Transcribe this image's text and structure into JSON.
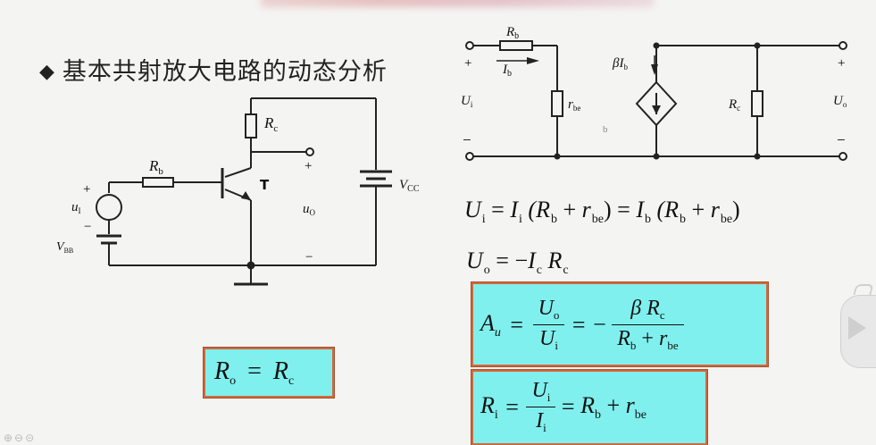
{
  "heading": {
    "bullet": "◆",
    "text": "基本共射放大电路的动态分析"
  },
  "left_circuit": {
    "rc": "R",
    "rc_sub": "c",
    "rb": "R",
    "rb_sub": "b",
    "transistor": "T",
    "ui": "u",
    "ui_sub": "I",
    "uo": "u",
    "uo_sub": "O",
    "vbb": "V",
    "vbb_sub": "BB",
    "vcc": "V",
    "vcc_sub": "CC",
    "plus": "+",
    "minus": "−"
  },
  "right_circuit": {
    "rb": "R",
    "rb_sub": "b",
    "ib": "I",
    "ib_sub": "b",
    "ui": "U",
    "ui_sub": "i",
    "rbe": "r",
    "rbe_sub": "be",
    "beta_ib": "βI",
    "beta_ib_sub": "b",
    "rc": "R",
    "rc_sub": "c",
    "uo": "U",
    "uo_sub": "o",
    "plus": "+",
    "minus": "−",
    "node": "b"
  },
  "equations": {
    "eq1": {
      "lhs": "U",
      "lhs_sub": "i",
      "eq": "=",
      "a": "I",
      "a_sub": "i",
      "b": "(R",
      "b_sub": "b",
      "plus": "+",
      "c": "r",
      "c_sub": "be",
      "d": ")",
      "eq2": "=",
      "e": "I",
      "e_sub": "b",
      "f": "(R",
      "f_sub": "b",
      "plus2": "+",
      "g": "r",
      "g_sub": "be",
      "h": ")"
    },
    "eq2": {
      "lhs": "U",
      "lhs_sub": "o",
      "eq": "=",
      "minus": "−",
      "a": "I",
      "a_sub": "c",
      "b": "R",
      "b_sub": "c"
    },
    "au": {
      "lhs": "A",
      "lhs_sub": "u",
      "eq": "=",
      "num": "U",
      "num_sub": "o",
      "den": "U",
      "den_sub": "i",
      "eq2": "=",
      "minus": "−",
      "num2": "β R",
      "num2_sub": "c",
      "den2a": "R",
      "den2a_sub": "b",
      "plus": "+",
      "den2b": "r",
      "den2b_sub": "be"
    },
    "ri": {
      "lhs": "R",
      "lhs_sub": "i",
      "eq": "=",
      "num": "U",
      "num_sub": "i",
      "den": "I",
      "den_sub": "i",
      "eq2": "=",
      "a": "R",
      "a_sub": "b",
      "plus": "+",
      "b": "r",
      "b_sub": "be"
    },
    "ro": {
      "lhs": "R",
      "lhs_sub": "o",
      "eq": "=",
      "rhs": "R",
      "rhs_sub": "c"
    }
  },
  "colors": {
    "box_fill": "#7ff0ee",
    "box_border": "#d2693a"
  },
  "icons": [
    "play-icon",
    "zoom-icons"
  ]
}
